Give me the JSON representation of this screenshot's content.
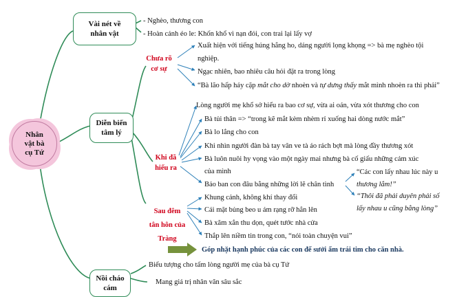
{
  "center": {
    "line1": "Nhân",
    "line2": "vật bà",
    "line3": "cụ Tứ"
  },
  "colors": {
    "branch": "#2e8b57",
    "arrow": "#2c7fb8",
    "accent": "#d0021b",
    "cloud": "#f4c6dc",
    "conclusion_arrow": "#76923c",
    "conclusion_text": "#17365d"
  },
  "sections": {
    "vai_net": {
      "title_1": "Vài nét về",
      "title_2": "nhân vật",
      "items": [
        "- Nghèo, thương con",
        "- Hoàn cảnh éo le: Khốn khổ vì nạn đói, con trai lại lấy vợ"
      ]
    },
    "dien_bien": {
      "title_1": "Diễn biến",
      "title_2": "tâm lý",
      "chua_ro": {
        "label_1": "Chưa rõ",
        "label_2": "cơ sự",
        "item1_a": "Xuất hiện với tiếng húng hắng ho, dáng người lọng khọng => bà mẹ nghèo tội",
        "item1_b": "nghiệp.",
        "item2": "Ngạc nhiên, bao nhiêu câu hỏi đặt ra trong lòng",
        "item3_a": "“Bà lão hấp háy cặp ",
        "item3_b": "mắt cho dờ",
        "item3_c": " nhoèn và ",
        "item3_d": "tự dưng thấy",
        "item3_e": " mắt mình nhoèn ra thì phải”"
      },
      "khi_da": {
        "label_1": "Khi đã",
        "label_2": "hiểu ra",
        "intro": "Lòng người mẹ khổ sở hiểu ra bao cơ sự, vừa ai oán, vừa xót thương cho con",
        "items": [
          "Bà tủi thân => “trong kẽ mắt kèm nhèm rỉ xuống hai dòng nước mắt”",
          "Bà lo lắng cho con",
          "Khi nhìn người đàn bà tay vân ve tà áo rách bợt mà lòng đầy thương xót",
          "Bà luôn nuôi hy vọng vào một ngày mai nhưng bà cố giấu những cảm xúc",
          "của mình",
          "Bảo ban con đâu bằng những lời lẽ chân tình"
        ],
        "quote1_a": "“Các con lấy nhau lúc này u",
        "quote1_b": "thương lắm!”",
        "quote2_a": "“Thôi đã phải duyên phải số",
        "quote2_b": "lấy nhau u cũng bằng lòng”"
      },
      "sau_dem": {
        "label_1": "Sau đêm",
        "label_2": "tân hôn của",
        "label_3": "Tràng",
        "items": [
          "Khung cảnh, không khí thay đổi",
          "Cái mặt bủng beo u ám rạng rỡ hẳn lên",
          "Bà xăm xắn thu dọn, quét tước nhà cửa",
          "Thắp lên niềm tin trong con, “nói toàn chuyện vui”"
        ]
      },
      "conclusion": "Góp nhặt hạnh phúc của các con để sưởi ấm trái tim cho căn nhà."
    },
    "noi_chao": {
      "title_1": "Nồi cháo",
      "title_2": "cám",
      "items": [
        "Biểu tượng cho tấm lòng người mẹ của bà cụ Tứ",
        "Mang giá trị nhân văn sâu sắc"
      ]
    }
  }
}
